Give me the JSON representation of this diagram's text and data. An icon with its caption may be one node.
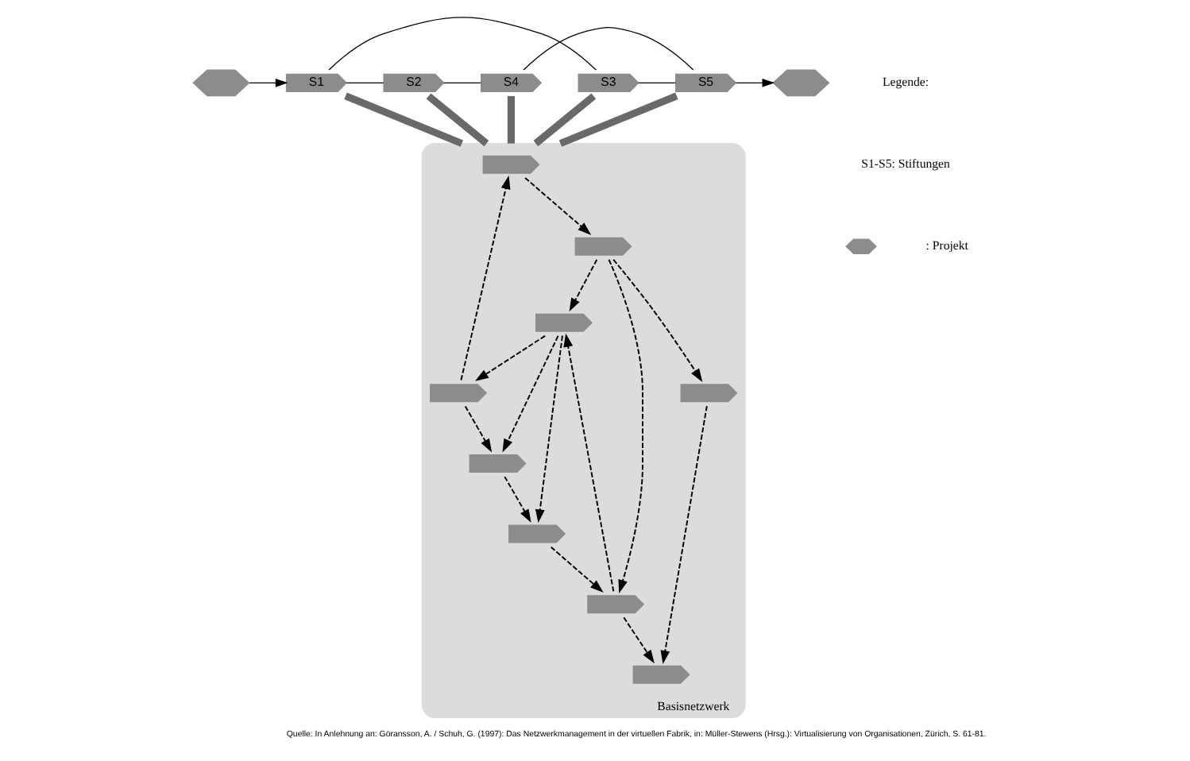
{
  "diagram": {
    "caption": "Quelle: In Anlehnung an: Göransson, A. / Schuh, G. (1997): Das Netzwerkmanagement in der virtuellen Fabrik, in: Müller-Stewens (Hrsg.): Virtualisierung von Organisationen, Zürich, S. 61-81.",
    "nodes": [
      {
        "text": [],
        "shape": "hexagon"
      },
      {
        "text": [
          "S1"
        ]
      },
      {
        "text": [
          "S3"
        ]
      },
      {
        "text": [
          "S2"
        ]
      },
      {
        "text": [
          "S4"
        ]
      },
      {
        "text": [
          "S5"
        ]
      },
      {
        "text": [],
        "shape": "hexagon"
      },
      {
        "text": [
          "Basisnetzwerk"
        ]
      },
      {
        "text": [],
        "shape": "pentagon",
        "in": 7
      },
      {
        "text": [],
        "shape": "pentagon",
        "in": 7
      },
      {
        "text": [],
        "shape": "pentagon",
        "in": 7
      },
      {
        "text": [],
        "shape": "pentagon",
        "in": 7
      },
      {
        "text": [],
        "shape": "pentagon",
        "in": 7
      },
      {
        "text": [],
        "shape": "pentagon",
        "in": 7
      },
      {
        "text": [],
        "shape": "pentagon",
        "in": 7
      },
      {
        "text": [],
        "shape": "pentagon",
        "in": 7
      },
      {
        "text": [],
        "shape": "pentagon",
        "in": 7
      }
    ],
    "edges": [
      {
        "from": 0,
        "to": 1,
        "arrow": "to"
      },
      {
        "from": 1,
        "to": 2,
        "arrow": "none"
      },
      {
        "from": 1,
        "to": 3,
        "arrow": "none"
      },
      {
        "from": 3,
        "to": 4,
        "arrow": "none"
      },
      {
        "from": 2,
        "to": 5,
        "arrow": "none"
      },
      {
        "from": 4,
        "to": 5,
        "arrow": "none"
      },
      {
        "from": 5,
        "to": 6,
        "arrow": "to"
      },
      {
        "from": 1,
        "to": 7,
        "arrow": "none",
        "style": "thick",
        "color": "#696969"
      },
      {
        "from": 3,
        "to": 7,
        "arrow": "none",
        "style": "thick",
        "color": "#696969"
      },
      {
        "from": 2,
        "to": 7,
        "arrow": "none",
        "style": "thick",
        "color": "#696969"
      },
      {
        "from": 4,
        "to": 7,
        "arrow": "none",
        "style": "thick",
        "color": "#696969"
      },
      {
        "from": 5,
        "to": 7,
        "arrow": "none",
        "style": "thick",
        "color": "#696969"
      },
      {
        "from": 8,
        "to": 9,
        "arrow": "to",
        "style": "dashed"
      },
      {
        "from": 9,
        "to": 10,
        "arrow": "to",
        "style": "dashed"
      },
      {
        "from": 9,
        "to": 14,
        "arrow": "to",
        "style": "dashed"
      },
      {
        "from": 9,
        "to": 15,
        "arrow": "to",
        "style": "dashed"
      },
      {
        "from": 12,
        "to": 8,
        "arrow": "to",
        "style": "dashed"
      },
      {
        "from": 10,
        "to": 12,
        "arrow": "to",
        "style": "dashed"
      },
      {
        "from": 10,
        "to": 11,
        "arrow": "to",
        "style": "dashed"
      },
      {
        "from": 10,
        "to": 13,
        "arrow": "to",
        "style": "dashed"
      },
      {
        "from": 12,
        "to": 13,
        "arrow": "to",
        "style": "dashed"
      },
      {
        "from": 13,
        "to": 11,
        "arrow": "to",
        "style": "dashed"
      },
      {
        "from": 11,
        "to": 14,
        "arrow": "to",
        "style": "dashed"
      },
      {
        "from": 14,
        "to": 10,
        "arrow": "to",
        "style": "dashed"
      },
      {
        "from": 14,
        "to": 16,
        "arrow": "to",
        "style": "dashed"
      },
      {
        "from": 15,
        "to": 16,
        "arrow": "to",
        "style": "dashed"
      }
    ],
    "labels": [
      "Legende:",
      "S1-S5: Stiftungen"
    ],
    "legend": [
      {
        "text": ": Projekt"
      }
    ]
  }
}
